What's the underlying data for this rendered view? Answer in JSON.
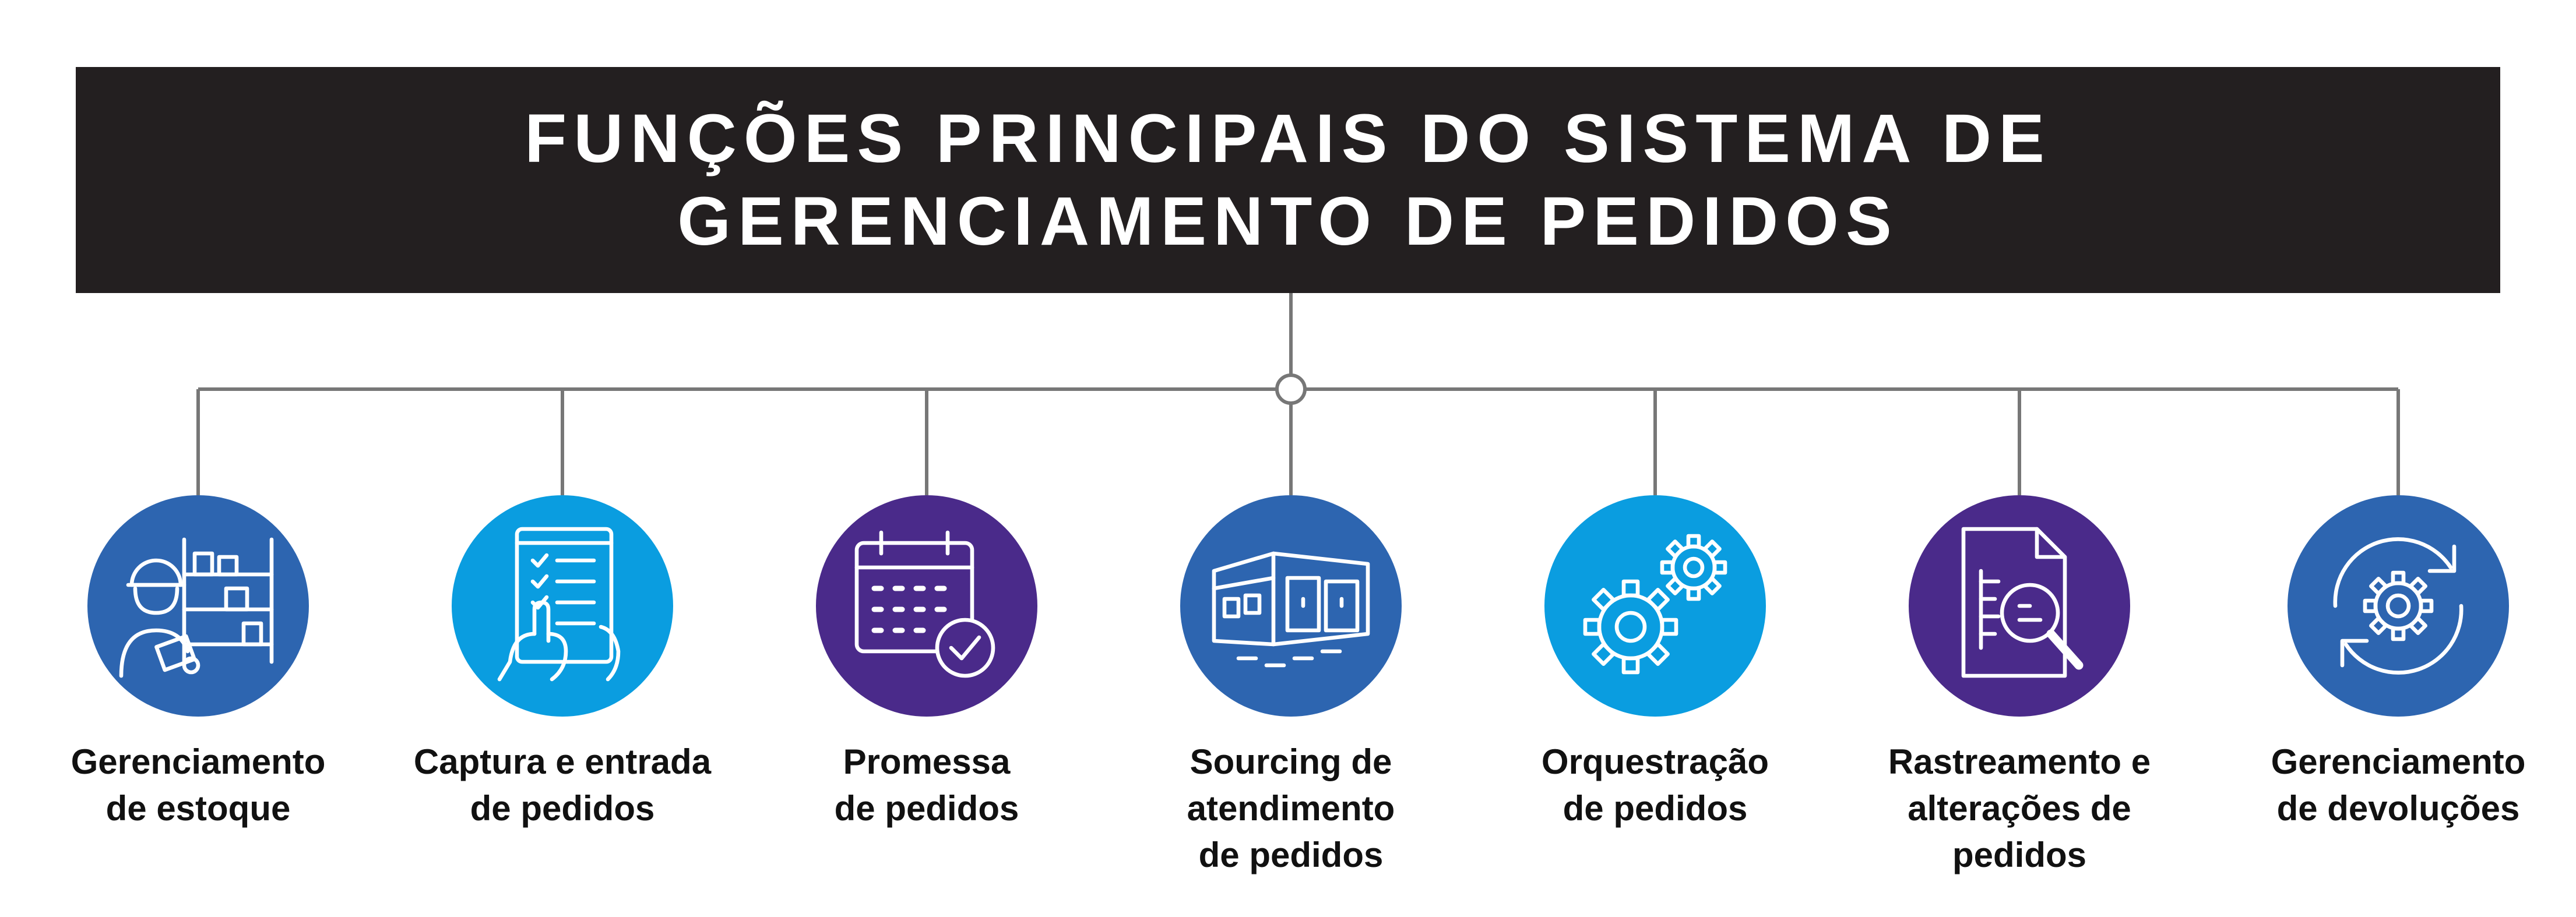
{
  "title": "FUNÇÕES PRINCIPAIS DO SISTEMA DE\nGERENCIAMENTO DE PEDIDOS",
  "colors": {
    "header_bg": "#231f20",
    "line": "#777777",
    "dark_blue": "#2d65b0",
    "light_blue": "#0a9de0",
    "purple": "#4a2a8a"
  },
  "functions": [
    {
      "label": "Gerenciamento\nde estoque",
      "icon": "warehouse-worker-icon",
      "color": "#2d65b0"
    },
    {
      "label": "Captura e entrada\nde pedidos",
      "icon": "tablet-checklist-icon",
      "color": "#0a9de0"
    },
    {
      "label": "Promessa\nde pedidos",
      "icon": "calendar-check-icon",
      "color": "#4a2a8a"
    },
    {
      "label": "Sourcing de\natendimento\nde pedidos",
      "icon": "fulfillment-building-icon",
      "color": "#2d65b0"
    },
    {
      "label": "Orquestração\nde pedidos",
      "icon": "gears-icon",
      "color": "#0a9de0"
    },
    {
      "label": "Rastreamento e\nalterações de pedidos",
      "icon": "document-search-icon",
      "color": "#4a2a8a"
    },
    {
      "label": "Gerenciamento\nde devoluções",
      "icon": "return-cycle-gear-icon",
      "color": "#2d65b0"
    }
  ]
}
